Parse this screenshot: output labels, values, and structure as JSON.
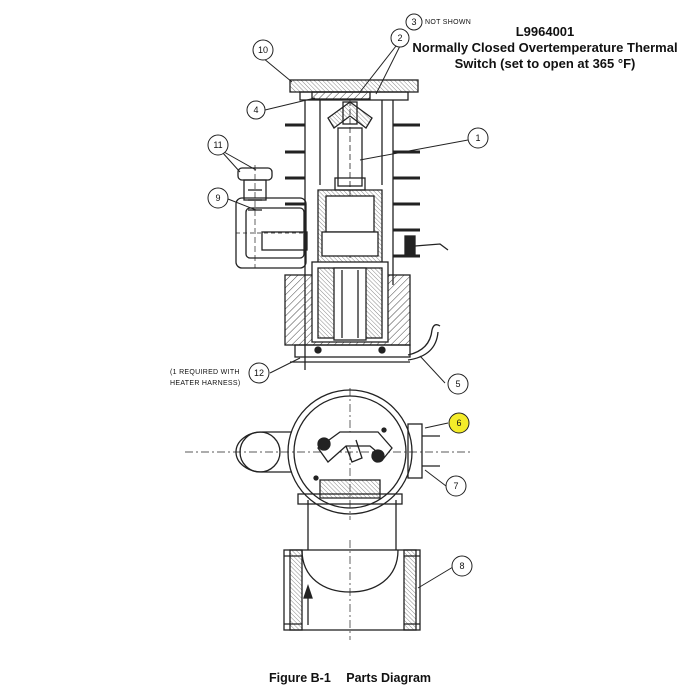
{
  "title": {
    "part_number": "L9964001",
    "line1": "Normally Closed Overtemperature Thermal",
    "line2": "Switch (set to open at 365 °F)"
  },
  "caption": {
    "figure": "Figure B-1",
    "label": "Parts Diagram"
  },
  "callouts": [
    {
      "number": "1",
      "highlighted": false
    },
    {
      "number": "2",
      "highlighted": false
    },
    {
      "number": "3",
      "highlighted": false,
      "note": "NOT SHOWN"
    },
    {
      "number": "4",
      "highlighted": false
    },
    {
      "number": "5",
      "highlighted": false
    },
    {
      "number": "6",
      "highlighted": true
    },
    {
      "number": "7",
      "highlighted": false
    },
    {
      "number": "8",
      "highlighted": false
    },
    {
      "number": "9",
      "highlighted": false
    },
    {
      "number": "10",
      "highlighted": false
    },
    {
      "number": "11",
      "highlighted": false
    },
    {
      "number": "12",
      "highlighted": false,
      "note_lines": [
        "(1 REQUIRED WITH",
        "HEATER HARNESS)"
      ]
    }
  ],
  "colors": {
    "line": "#222222",
    "highlight": "#f4ec2a",
    "hatch": "#444444"
  }
}
